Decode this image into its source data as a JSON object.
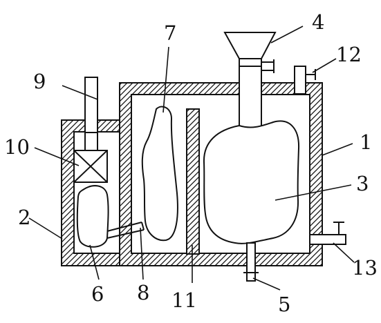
{
  "diagram": {
    "stroke_color": "#111111",
    "background": "#ffffff",
    "hatch": "diagonal",
    "labels": {
      "l1": "1",
      "l2": "2",
      "l3": "3",
      "l4": "4",
      "l5": "5",
      "l6": "6",
      "l7": "7",
      "l8": "8",
      "l9": "9",
      "l10": "10",
      "l11": "11",
      "l12": "12",
      "l13": "13"
    }
  }
}
